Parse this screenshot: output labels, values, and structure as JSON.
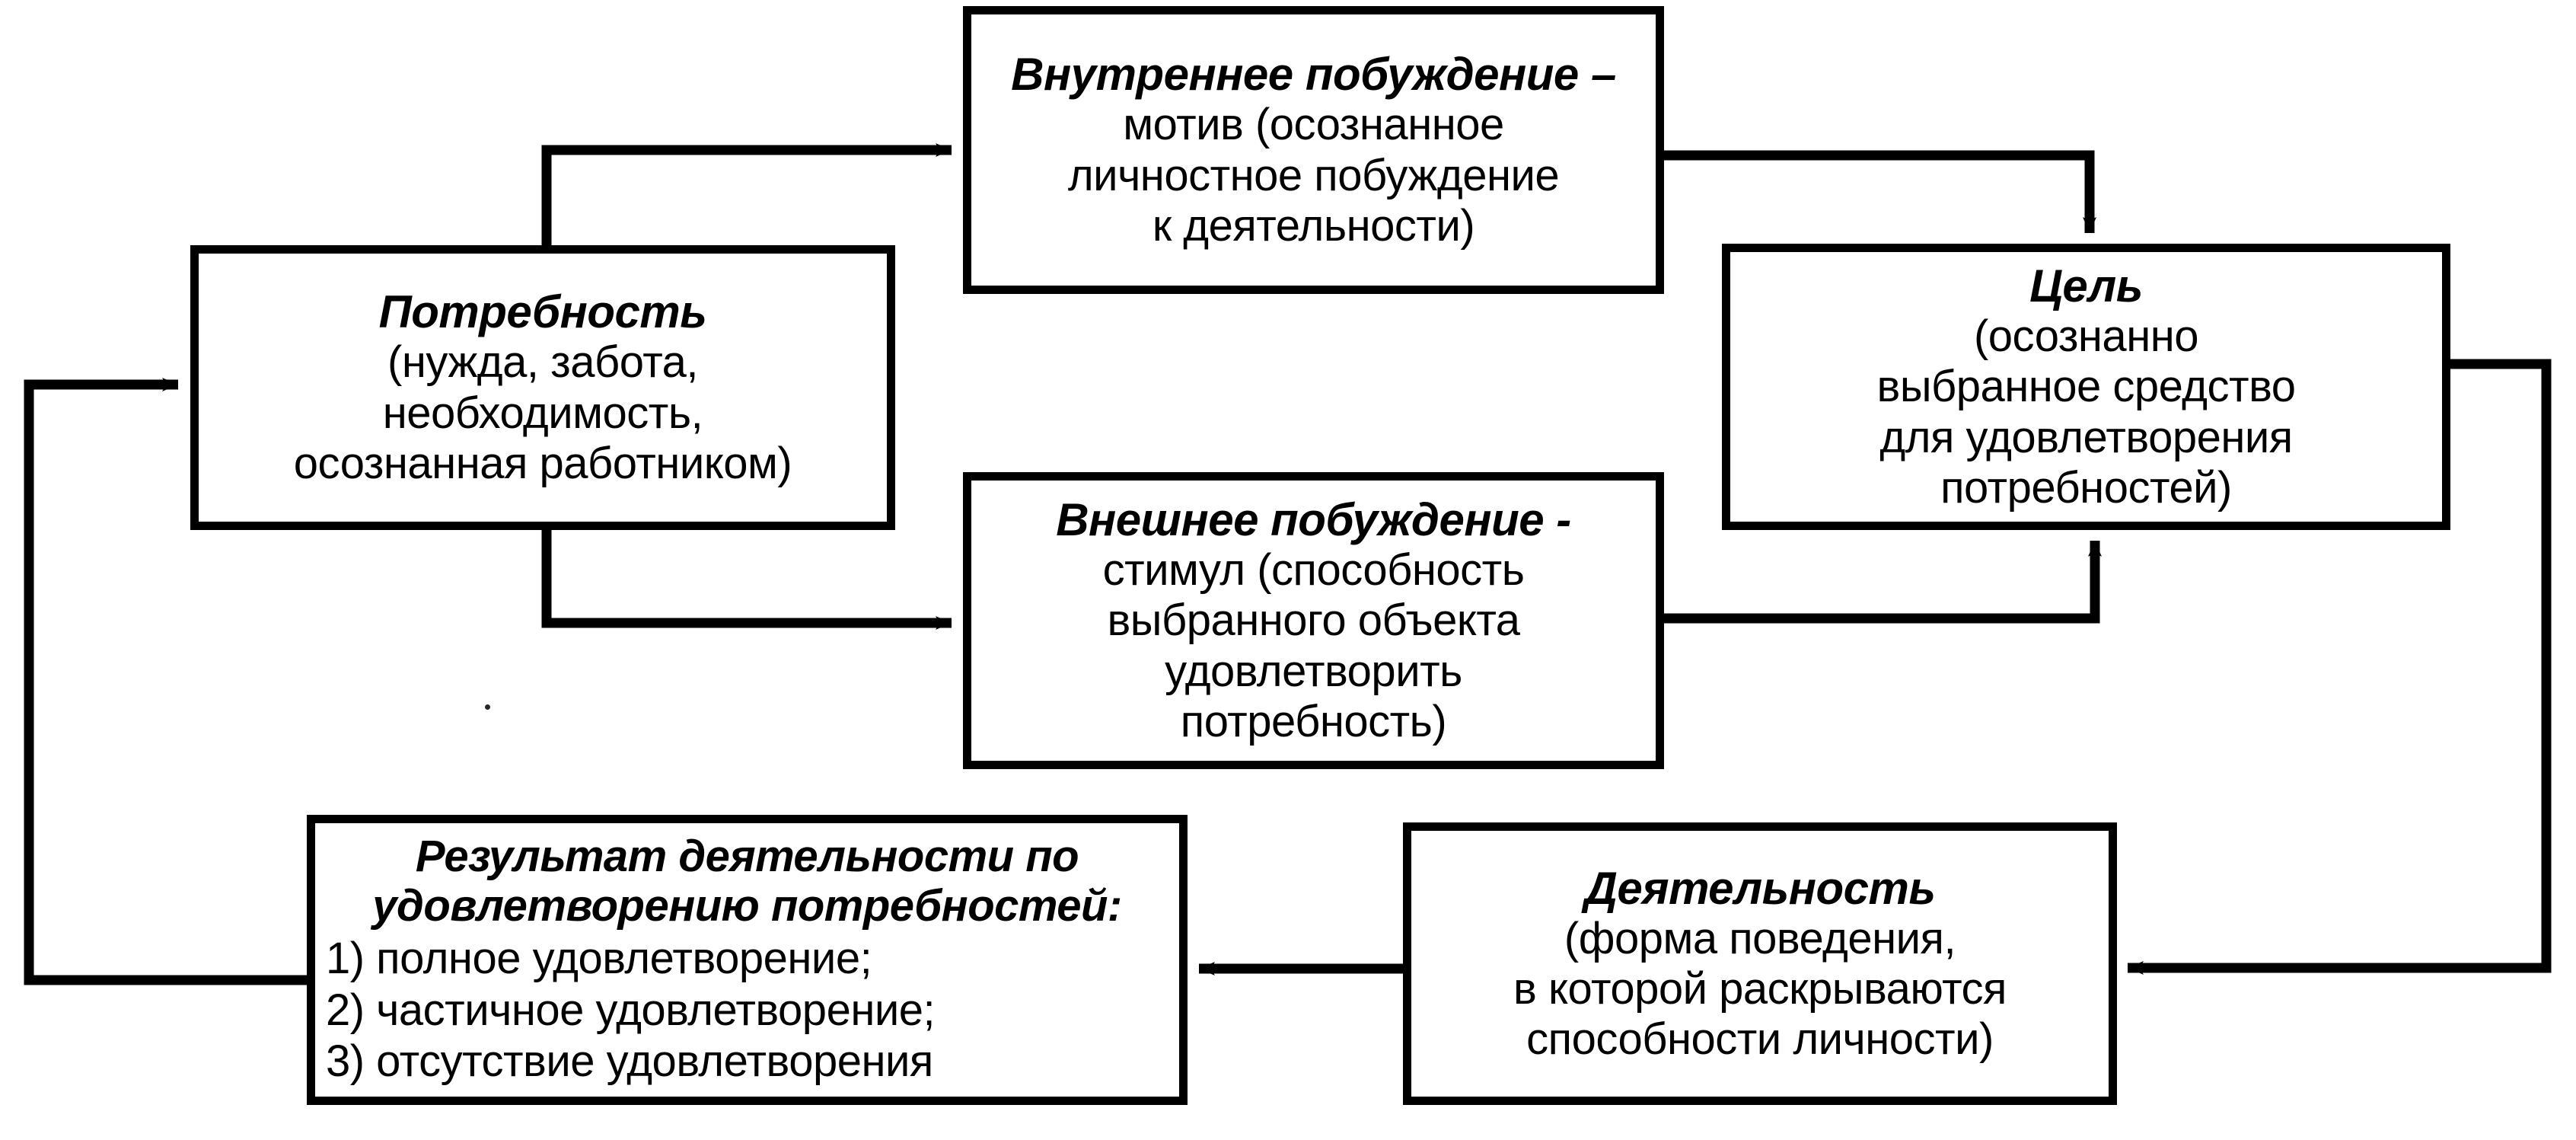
{
  "diagram": {
    "title_text": "",
    "stroke_color": "#000000",
    "background_color": "#ffffff",
    "nodes": {
      "need": {
        "title": "Потребность",
        "lines": [
          "(нужда, забота,",
          "необходимость,",
          "осознанная работником)"
        ]
      },
      "internal": {
        "title": "Внутреннее побуждение –",
        "lines": [
          "мотив (осознанное",
          "личностное побуждение",
          "к деятельности)"
        ]
      },
      "external": {
        "title": "Внешнее побуждение -",
        "lines": [
          "стимул (способность",
          "выбранного объекта",
          "удовлетворить",
          "потребность)"
        ]
      },
      "goal": {
        "title": "Цель",
        "lines": [
          "(осознанно",
          "выбранное средство",
          "для удовлетворения",
          "потребностей)"
        ]
      },
      "activity": {
        "title": "Деятельность",
        "lines": [
          "(форма поведения,",
          "в которой раскрываются",
          "способности личности)"
        ]
      },
      "result": {
        "title_line_1": "Результат деятельности по",
        "title_line_2": "удовлетворению потребностей:",
        "items": [
          "1) полное удовлетворение;",
          "2) частичное удовлетворение;",
          "3) отсутствие удовлетворения"
        ]
      }
    },
    "edges": [
      {
        "name": "need-to-internal",
        "from": "need",
        "to": "internal",
        "arrowhead": "right"
      },
      {
        "name": "need-to-external",
        "from": "need",
        "to": "external",
        "arrowhead": "right"
      },
      {
        "name": "internal-to-goal",
        "from": "internal",
        "to": "goal",
        "arrowhead": "down"
      },
      {
        "name": "external-to-goal",
        "from": "external",
        "to": "goal",
        "arrowhead": "up"
      },
      {
        "name": "goal-to-activity",
        "from": "goal",
        "to": "activity",
        "arrowhead": "left"
      },
      {
        "name": "activity-to-result",
        "from": "activity",
        "to": "result",
        "arrowhead": "left"
      },
      {
        "name": "result-to-need",
        "from": "result",
        "to": "need",
        "arrowhead": "right"
      }
    ]
  }
}
